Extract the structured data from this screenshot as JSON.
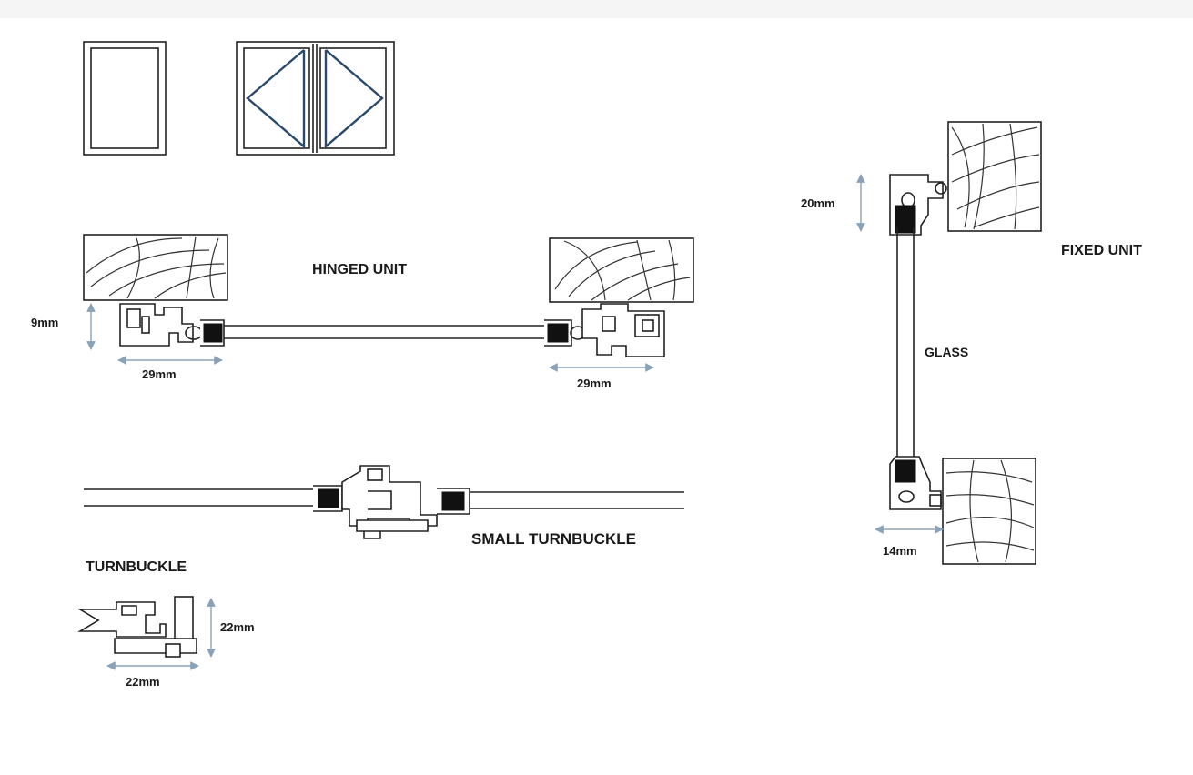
{
  "labels": {
    "hinged_unit": "HINGED UNIT",
    "fixed_unit": "FIXED UNIT",
    "glass": "GLASS",
    "small_turnbuckle": "SMALL TURNBUCKLE",
    "turnbuckle": "TURNBUCKLE"
  },
  "dimensions": {
    "hinged_height": "9mm",
    "hinged_left_width": "29mm",
    "hinged_right_width": "29mm",
    "fixed_top": "20mm",
    "fixed_bottom_width": "14mm",
    "turnbuckle_height": "22mm",
    "turnbuckle_width": "22mm"
  },
  "colors": {
    "dimension_line": "#8aa2b8",
    "triangle_stroke": "#2b4a6b"
  }
}
